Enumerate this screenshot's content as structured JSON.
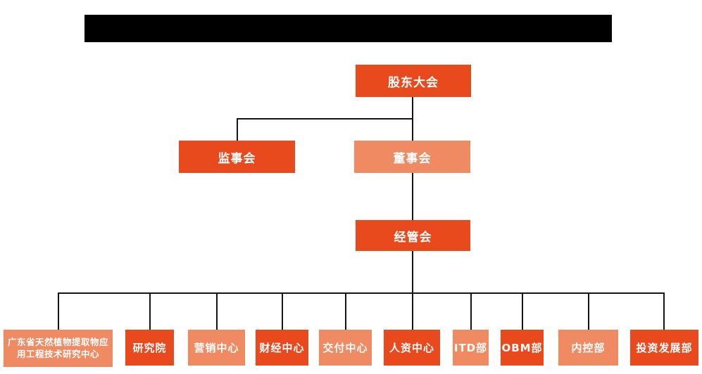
{
  "page": {
    "title_bar": {
      "type": "redacted-black-bar",
      "text": ""
    }
  },
  "colors": {
    "primary": "#E84A1E",
    "secondary": "#F08A63",
    "connector": "#141414",
    "node_text": "#ffffff",
    "background": "#ffffff"
  },
  "org_chart": {
    "type": "organization-tree",
    "levels": {
      "level1": {
        "shareholders_meeting": {
          "label": "股东大会",
          "color": "#E84A1E"
        }
      },
      "level2": {
        "supervisory_board": {
          "label": "监事会",
          "color": "#E84A1E"
        },
        "board_of_directors": {
          "label": "董事会",
          "color": "#F08A63"
        }
      },
      "level3": {
        "management_committee": {
          "label": "经管会",
          "color": "#E84A1E"
        }
      },
      "level4": [
        {
          "label": "广东省天然植物提取物应用工程技术研究中心",
          "color": "#F08A63"
        },
        {
          "label": "研究院",
          "color": "#E84A1E"
        },
        {
          "label": "营销中心",
          "color": "#F08A63"
        },
        {
          "label": "财经中心",
          "color": "#E84A1E"
        },
        {
          "label": "交付中心",
          "color": "#F08A63"
        },
        {
          "label": "人资中心",
          "color": "#E84A1E"
        },
        {
          "label": "ITD部",
          "color": "#F08A63"
        },
        {
          "label": "OBM部",
          "color": "#E84A1E"
        },
        {
          "label": "内控部",
          "color": "#F08A63"
        },
        {
          "label": "投资发展部",
          "color": "#E84A1E"
        }
      ]
    },
    "edges": [
      {
        "from": "股东大会",
        "to": "监事会"
      },
      {
        "from": "股东大会",
        "to": "董事会"
      },
      {
        "from": "董事会",
        "to": "经管会"
      },
      {
        "from": "经管会",
        "to": "广东省天然植物提取物应用工程技术研究中心"
      },
      {
        "from": "经管会",
        "to": "研究院"
      },
      {
        "from": "经管会",
        "to": "营销中心"
      },
      {
        "from": "经管会",
        "to": "财经中心"
      },
      {
        "from": "经管会",
        "to": "交付中心"
      },
      {
        "from": "经管会",
        "to": "人资中心"
      },
      {
        "from": "经管会",
        "to": "ITD部"
      },
      {
        "from": "经管会",
        "to": "OBM部"
      },
      {
        "from": "经管会",
        "to": "内控部"
      },
      {
        "from": "经管会",
        "to": "投资发展部"
      }
    ]
  }
}
